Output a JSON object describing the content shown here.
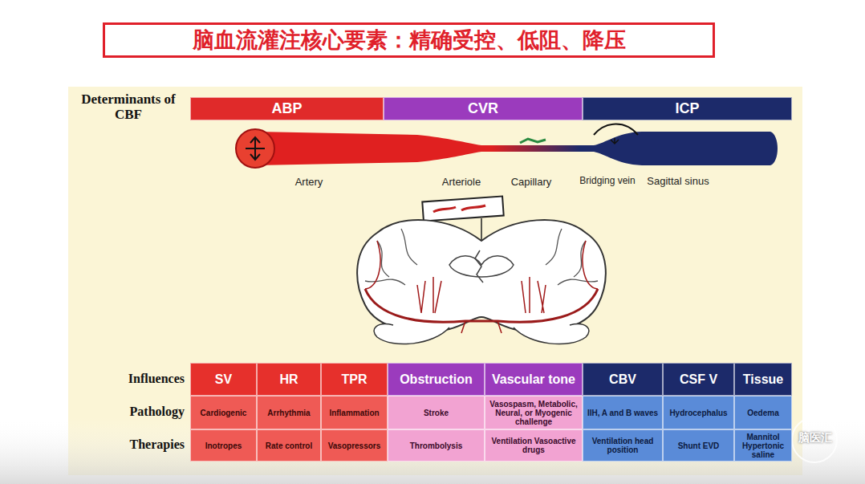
{
  "diagram": {
    "title": "脑血流灌注核心要素：精确受控、低阻、降压",
    "nodes": [
      {
        "text": [
          "ABP"
        ]
      },
      {
        "text": [
          "CVR"
        ]
      },
      {
        "text": [
          "ICP"
        ]
      },
      {
        "text": [
          "SV"
        ]
      },
      {
        "text": [
          "HR"
        ]
      },
      {
        "text": [
          "TPR"
        ]
      },
      {
        "text": [
          "Obstruction"
        ]
      },
      {
        "text": [
          "Vascular tone"
        ]
      },
      {
        "text": [
          "CBV"
        ]
      },
      {
        "text": [
          "CSF V"
        ]
      },
      {
        "text": [
          "Tissue"
        ]
      },
      {
        "text": [
          "Cardiogenic"
        ]
      },
      {
        "text": [
          "Arrhythmia"
        ]
      },
      {
        "text": [
          "Inflammation"
        ]
      },
      {
        "text": [
          "Stroke"
        ]
      },
      {
        "text": [
          "Vasospasm, Metabolic, Neural, or Myogenic challenge"
        ]
      },
      {
        "text": [
          "IIH, A and B waves"
        ]
      },
      {
        "text": [
          "Hydrocephalus"
        ]
      },
      {
        "text": [
          "Oedema"
        ]
      },
      {
        "text": [
          "Inotropes"
        ]
      },
      {
        "text": [
          "Rate control"
        ]
      },
      {
        "text": [
          "Vasopressors"
        ]
      },
      {
        "text": [
          "Thrombolysis"
        ]
      },
      {
        "text": [
          "Ventilation Vasoactive drugs"
        ]
      },
      {
        "text": [
          "Ventilation head position"
        ]
      },
      {
        "text": [
          "Shunt EVD"
        ]
      },
      {
        "text": [
          "Mannitol Hypertonic saline"
        ]
      }
    ],
    "labels": [
      "Determinants of CBF",
      "Artery",
      "Arteriole",
      "Capillary",
      "Bridging vein",
      "Sagittal sinus",
      "Influences",
      "Pathology",
      "Therapies",
      "脑医汇"
    ]
  }
}
